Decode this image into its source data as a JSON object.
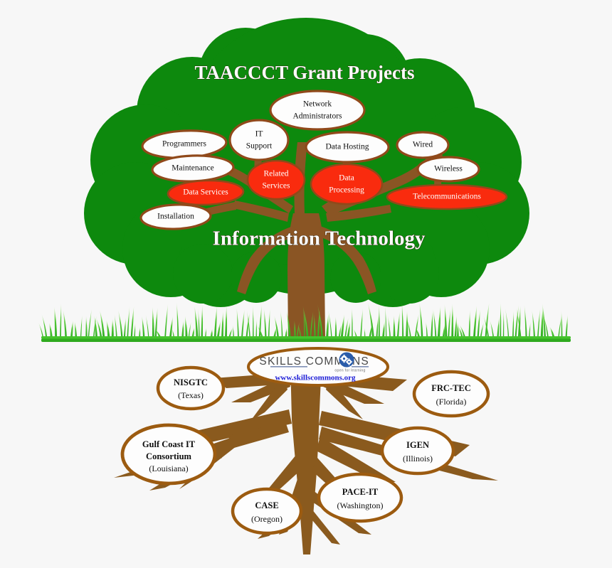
{
  "background_color": "#f7f7f7",
  "colors": {
    "canopy_green": "#0d890d",
    "trunk_brown": "#8a5524",
    "root_brown": "#8a5a1e",
    "ellipse_border_brown": "#90491a",
    "root_ellipse_border": "#9c5b10",
    "red_fill": "#f92b0e",
    "white_fill": "#fdfdfd",
    "grass_green": "#3fbf2a",
    "logo_blue": "#2a5caa",
    "url_blue": "#1a1ad6"
  },
  "canopy": {
    "title": "TAACCCT Grant Projects",
    "subtitle": "Information Technology"
  },
  "leaf_nodes": [
    {
      "label": "Network Administrators",
      "lines": [
        "Network",
        "Administrators"
      ],
      "style": "white"
    },
    {
      "label": "IT Support",
      "lines": [
        "IT",
        "Support"
      ],
      "style": "white"
    },
    {
      "label": "Programmers",
      "lines": [
        "Programmers"
      ],
      "style": "white"
    },
    {
      "label": "Data Hosting",
      "lines": [
        "Data Hosting"
      ],
      "style": "white"
    },
    {
      "label": "Wired",
      "lines": [
        "Wired"
      ],
      "style": "white"
    },
    {
      "label": "Maintenance",
      "lines": [
        "Maintenance"
      ],
      "style": "white"
    },
    {
      "label": "Wireless",
      "lines": [
        "Wireless"
      ],
      "style": "white"
    },
    {
      "label": "Related Services",
      "lines": [
        "Related",
        "Services"
      ],
      "style": "red"
    },
    {
      "label": "Data Processing",
      "lines": [
        "Data",
        "Processing"
      ],
      "style": "red"
    },
    {
      "label": "Data Services",
      "lines": [
        "Data Services"
      ],
      "style": "red"
    },
    {
      "label": "Telecommunications",
      "lines": [
        "Telecommunications"
      ],
      "style": "red"
    },
    {
      "label": "Installation",
      "lines": [
        "Installation"
      ],
      "style": "white"
    }
  ],
  "logo": {
    "wordmark_left": "SKILLS COMM",
    "wordmark_right": "NS",
    "gear_icon": "gear-icon",
    "tagline": "open for learning",
    "url": "www.skillscommons.org"
  },
  "root_nodes": [
    {
      "name": "NISGTC",
      "state": "(Texas)"
    },
    {
      "name": "FRC-TEC",
      "state": "(Florida)"
    },
    {
      "name": "Gulf Coast IT Consortium",
      "name_lines": [
        "Gulf Coast IT",
        "Consortium"
      ],
      "state": "(Louisiana)"
    },
    {
      "name": "IGEN",
      "state": "(Illinois)"
    },
    {
      "name": "CASE",
      "state": "(Oregon)"
    },
    {
      "name": "PACE-IT",
      "state": "(Washington)"
    }
  ]
}
